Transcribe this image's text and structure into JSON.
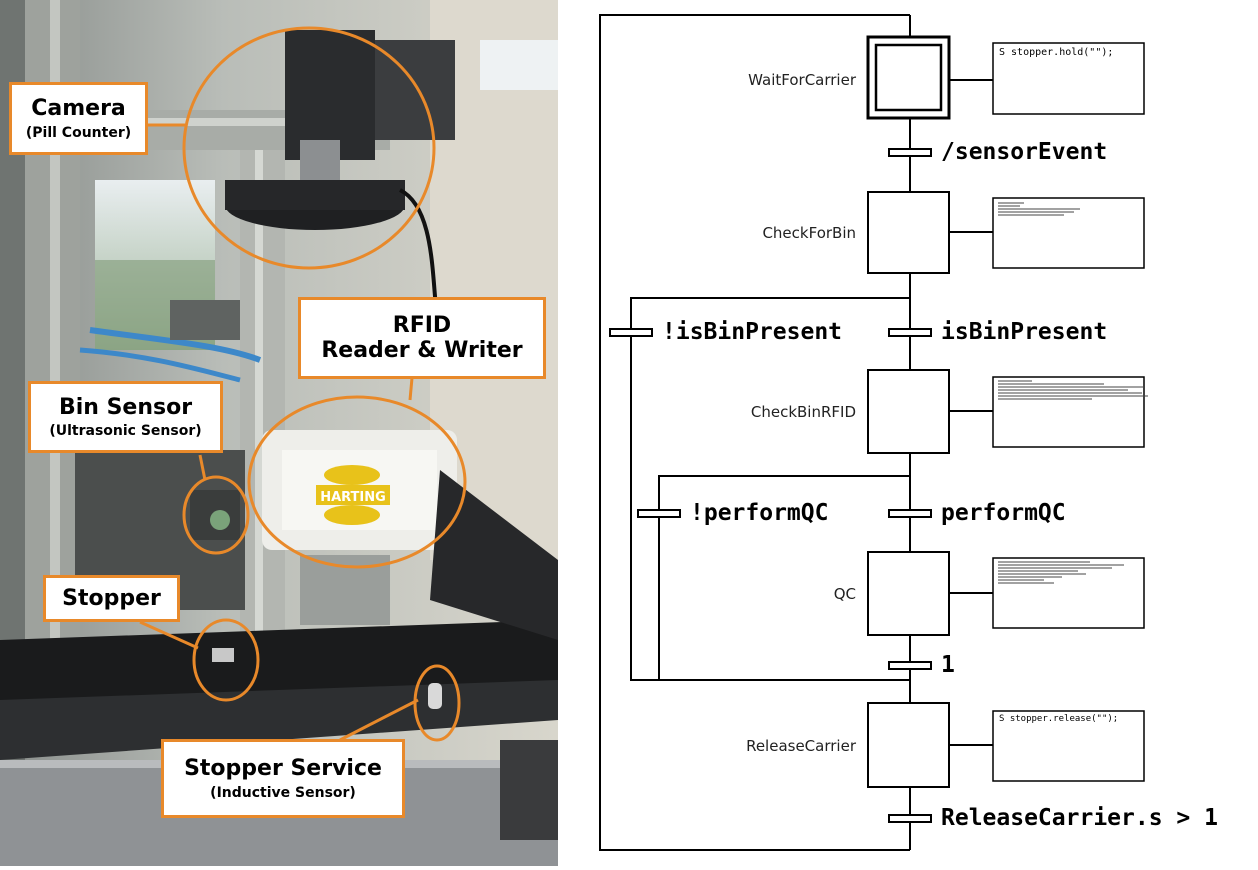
{
  "photo": {
    "labels": {
      "camera": {
        "title": "Camera",
        "subtitle": "(Pill Counter)"
      },
      "rfid": {
        "line1": "RFID",
        "line2": "Reader & Writer"
      },
      "bin_sensor": {
        "title": "Bin Sensor",
        "subtitle": "(Ultrasonic Sensor)"
      },
      "stopper": {
        "title": "Stopper"
      },
      "stopper_service": {
        "title": "Stopper Service",
        "subtitle": "(Inductive Sensor)"
      }
    },
    "reader_brand": "HARTING",
    "accent_color": "#e8892a"
  },
  "sfc": {
    "steps": [
      {
        "name": "WaitForCarrier",
        "action": "S stopper.hold(\"\");"
      },
      {
        "name": "CheckForBin",
        "action": ""
      },
      {
        "name": "CheckBinRFID",
        "action": ""
      },
      {
        "name": "QC",
        "action": ""
      },
      {
        "name": "ReleaseCarrier",
        "action": "S stopper.release(\"\");"
      }
    ],
    "transitions": {
      "t1": "/sensorEvent",
      "t2_left": "!isBinPresent",
      "t2_right": "isBinPresent",
      "t3_left": "!performQC",
      "t3_right": "performQC",
      "t4": "1",
      "t5": "ReleaseCarrier.s > 1"
    }
  }
}
